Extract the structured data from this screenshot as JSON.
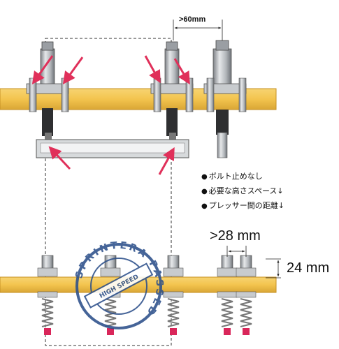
{
  "dimensions": {
    "top_gap": ">60mm",
    "bottom_gap": ">28 mm",
    "bottom_height": "24 mm"
  },
  "notes": [
    "ボルト止めなし",
    "必要な高さスペース↓",
    "プレッサー間の距離↓"
  ],
  "stamp": {
    "outer_text": "SPRINTERA PASSED",
    "band_text": "HIGH SPEED"
  },
  "colors": {
    "wood": "#f3c44e",
    "wood_edge": "#c58f22",
    "arrow": "#e0305a",
    "stamp": "#2c4f8a",
    "steel": "#b8bcc0",
    "spring": "#8a8e92",
    "tip": "#d9265a"
  }
}
